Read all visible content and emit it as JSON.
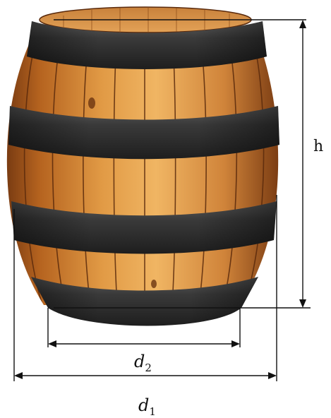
{
  "labels": {
    "height": "h",
    "bottom_diameter": {
      "base": "d",
      "sub": "2"
    },
    "middle_diameter": {
      "base": "d",
      "sub": "1"
    }
  }
}
